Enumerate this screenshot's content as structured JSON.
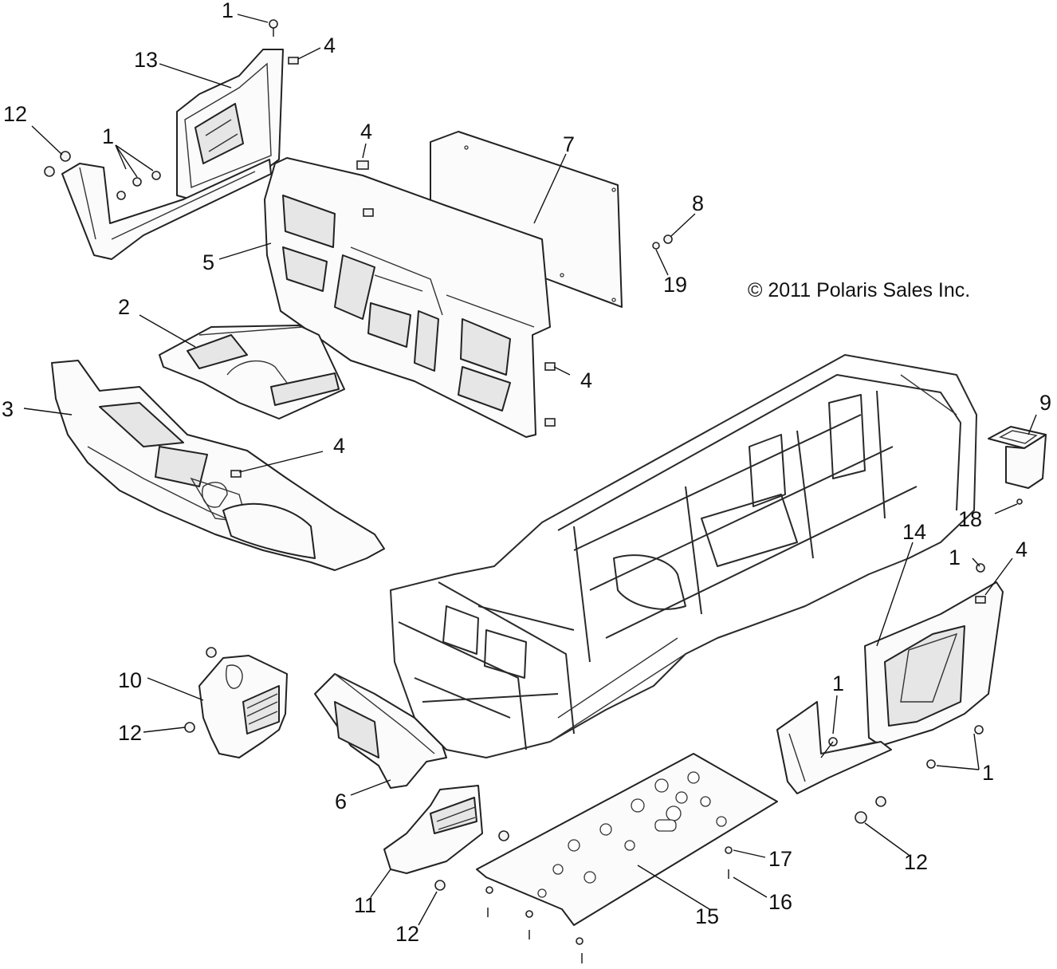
{
  "diagram": {
    "copyright": "© 2011 Polaris Sales Inc.",
    "callouts": [
      {
        "id": "c1a",
        "text": "1"
      },
      {
        "id": "c4a",
        "text": "4"
      },
      {
        "id": "c13",
        "text": "13"
      },
      {
        "id": "c12a",
        "text": "12"
      },
      {
        "id": "c1b",
        "text": "1"
      },
      {
        "id": "c4b",
        "text": "4"
      },
      {
        "id": "c7",
        "text": "7"
      },
      {
        "id": "c8",
        "text": "8"
      },
      {
        "id": "c5",
        "text": "5"
      },
      {
        "id": "c19",
        "text": "19"
      },
      {
        "id": "c2",
        "text": "2"
      },
      {
        "id": "c4c",
        "text": "4"
      },
      {
        "id": "c3",
        "text": "3"
      },
      {
        "id": "c9",
        "text": "9"
      },
      {
        "id": "c4d",
        "text": "4"
      },
      {
        "id": "c18",
        "text": "18"
      },
      {
        "id": "c14",
        "text": "14"
      },
      {
        "id": "c1c",
        "text": "1"
      },
      {
        "id": "c4e",
        "text": "4"
      },
      {
        "id": "c10",
        "text": "10"
      },
      {
        "id": "c1d",
        "text": "1"
      },
      {
        "id": "c12b",
        "text": "12"
      },
      {
        "id": "c1e",
        "text": "1"
      },
      {
        "id": "c6",
        "text": "6"
      },
      {
        "id": "c12c",
        "text": "12"
      },
      {
        "id": "c17",
        "text": "17"
      },
      {
        "id": "c11",
        "text": "11"
      },
      {
        "id": "c15",
        "text": "15"
      },
      {
        "id": "c16",
        "text": "16"
      },
      {
        "id": "c12d",
        "text": "12"
      }
    ]
  }
}
